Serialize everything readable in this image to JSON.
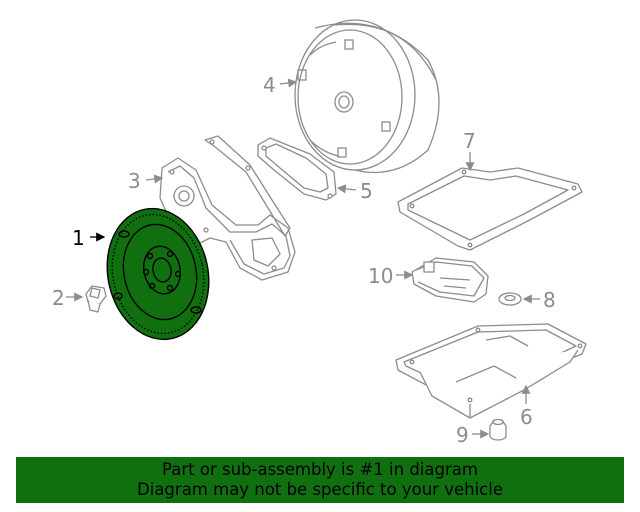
{
  "diagram": {
    "highlight_color": "#107010",
    "line_color": "#8c8c8c",
    "callouts": [
      {
        "number": "1",
        "part": "flywheel",
        "active": true
      },
      {
        "number": "2",
        "part": "bolt",
        "active": false
      },
      {
        "number": "3",
        "part": "engine-plate",
        "active": false
      },
      {
        "number": "4",
        "part": "torque-converter",
        "active": false
      },
      {
        "number": "5",
        "part": "gasket",
        "active": false
      },
      {
        "number": "6",
        "part": "oil-pan",
        "active": false
      },
      {
        "number": "7",
        "part": "pan-gasket",
        "active": false
      },
      {
        "number": "8",
        "part": "seal",
        "active": false
      },
      {
        "number": "9",
        "part": "drain-plug",
        "active": false
      },
      {
        "number": "10",
        "part": "filter",
        "active": false
      }
    ]
  },
  "banner": {
    "line1": "Part or sub-assembly is #1 in diagram",
    "line2": "Diagram may not be specific to your vehicle",
    "background": "#107010"
  }
}
